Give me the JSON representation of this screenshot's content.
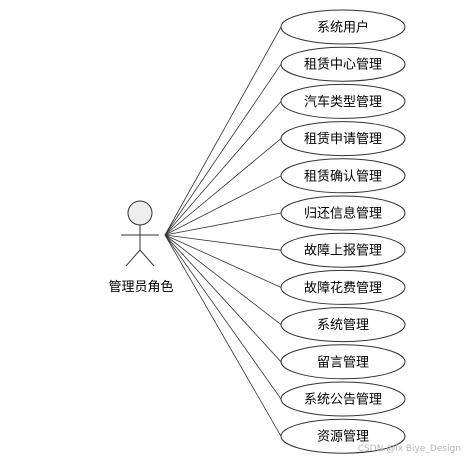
{
  "actor": {
    "label": "管理员角色"
  },
  "use_cases": [
    {
      "label": "系统用户"
    },
    {
      "label": "租赁中心管理"
    },
    {
      "label": "汽车类型管理"
    },
    {
      "label": "租赁申请管理"
    },
    {
      "label": "租赁确认管理"
    },
    {
      "label": "归还信息管理"
    },
    {
      "label": "故障上报管理"
    },
    {
      "label": "故障花费管理"
    },
    {
      "label": "系统管理"
    },
    {
      "label": "留言管理"
    },
    {
      "label": "系统公告管理"
    },
    {
      "label": "资源管理"
    }
  ],
  "watermark": "CSDN @lx  Biye_Design"
}
